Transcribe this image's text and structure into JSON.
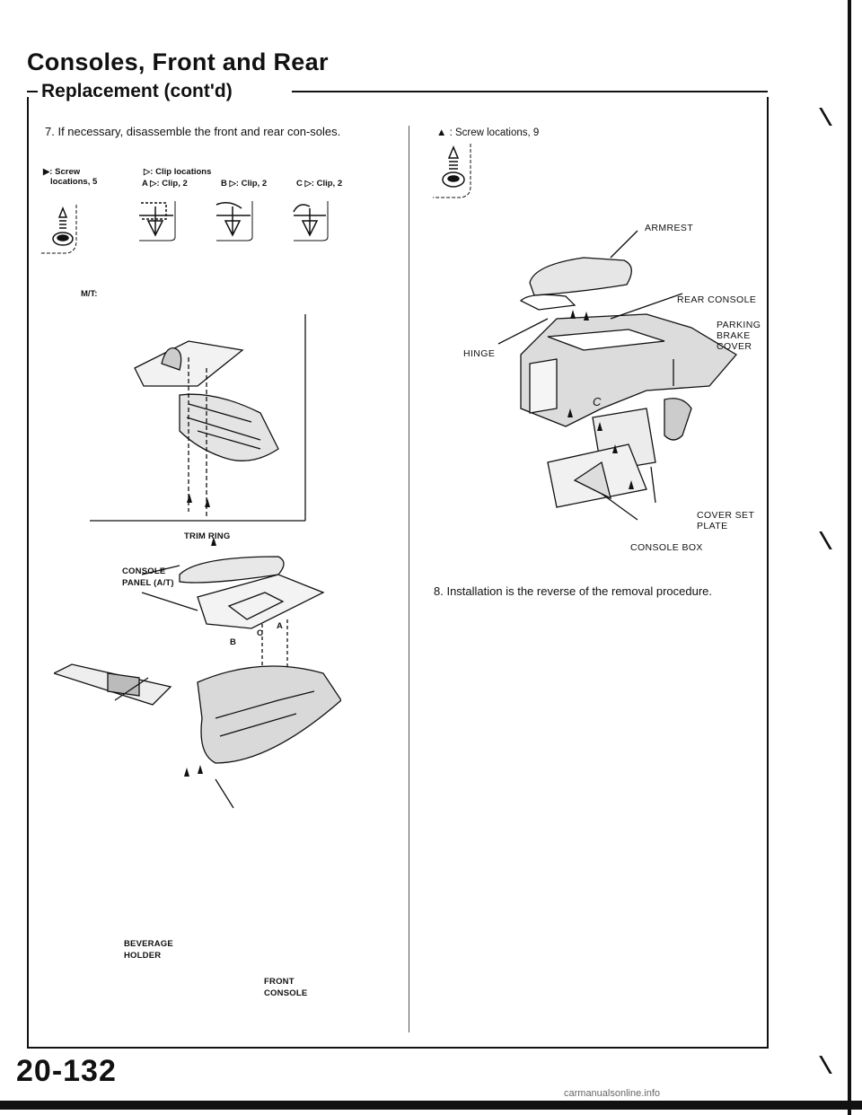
{
  "header": {
    "title": "Consoles, Front and Rear",
    "subtitle": "Replacement (cont'd)"
  },
  "left": {
    "step7": "7. If necessary, disassemble the front and rear con-soles.",
    "screw_legend": {
      "symbol": "▶:",
      "line1": "Screw",
      "line2": "locations, 5"
    },
    "clip_legend": {
      "line1": "▷: Clip locations",
      "a": "A ▷: Clip, 2",
      "b": "B ▷: Clip, 2",
      "c": "C ▷: Clip, 2"
    },
    "mt_label": "M/T:",
    "labels": {
      "trim_ring": "TRIM RING",
      "console_panel": "CONSOLE PANEL (A/T)",
      "beverage_holder": "BEVERAGE HOLDER",
      "front_console": "FRONT CONSOLE",
      "letter_a": "A",
      "letter_b": "B",
      "letter_c": "C"
    }
  },
  "right": {
    "screw_locations": "▲ : Screw locations, 9",
    "labels": {
      "armrest": "ARMREST",
      "rear_console": "REAR CONSOLE",
      "parking_brake_cover": "PARKING BRAKE COVER",
      "hinge": "HINGE",
      "cover_set_plate": "COVER SET PLATE",
      "console_box": "CONSOLE BOX",
      "letter_c": "C"
    },
    "step8": "8. Installation is the reverse of the removal procedure."
  },
  "footer": {
    "page_number": "20-132",
    "watermark": "carmanualsonline.info"
  }
}
